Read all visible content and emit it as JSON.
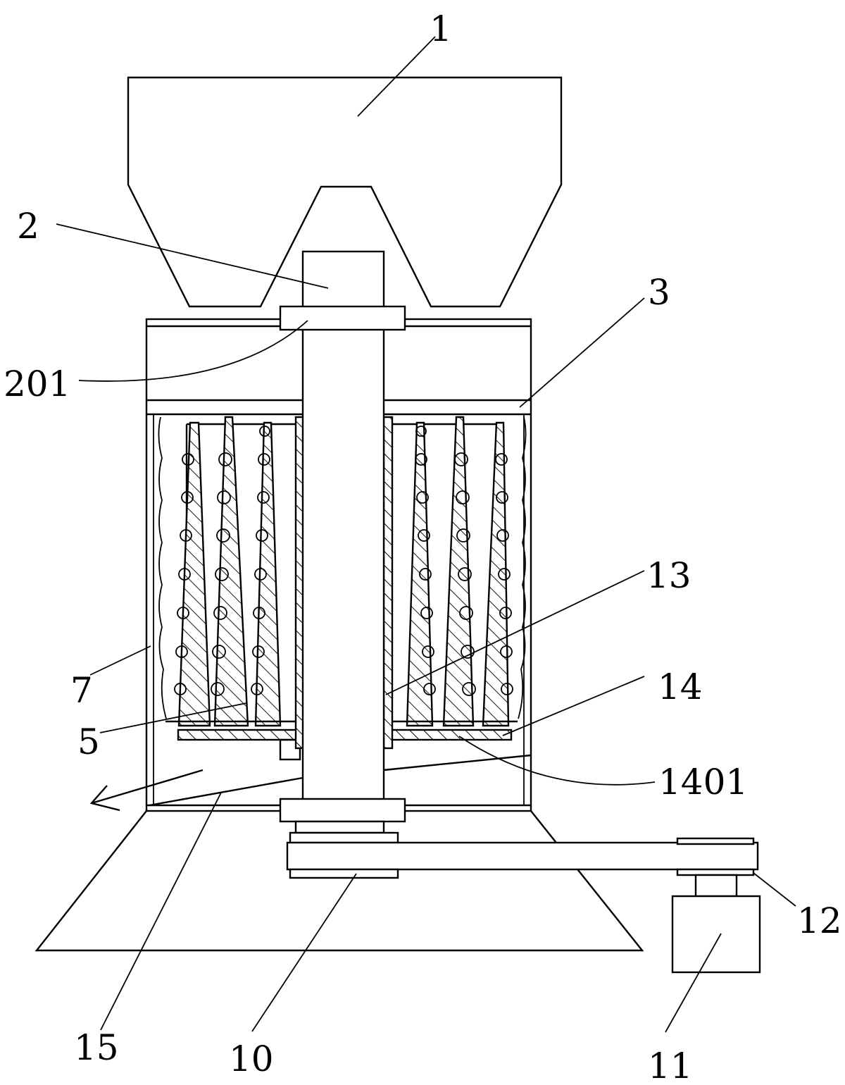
{
  "figure": {
    "labels": [
      {
        "id": "part-1",
        "text": "1"
      },
      {
        "id": "part-2",
        "text": "2"
      },
      {
        "id": "part-201",
        "text": "201"
      },
      {
        "id": "part-3",
        "text": "3"
      },
      {
        "id": "part-13",
        "text": "13"
      },
      {
        "id": "part-7",
        "text": "7"
      },
      {
        "id": "part-14",
        "text": "14"
      },
      {
        "id": "part-5",
        "text": "5"
      },
      {
        "id": "part-1401",
        "text": "1401"
      },
      {
        "id": "part-12",
        "text": "12"
      },
      {
        "id": "part-15",
        "text": "15"
      },
      {
        "id": "part-10",
        "text": "10"
      },
      {
        "id": "part-11",
        "text": "11"
      }
    ]
  }
}
